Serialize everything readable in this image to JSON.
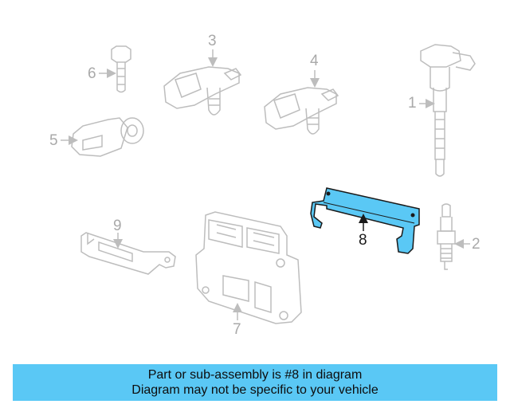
{
  "callouts": {
    "c1": "1",
    "c2": "2",
    "c3": "3",
    "c4": "4",
    "c5": "5",
    "c6": "6",
    "c7": "7",
    "c8": "8",
    "c9": "9"
  },
  "highlighted_part": "8",
  "colors": {
    "highlight": "#5ac8f5",
    "part_line": "#bdbdbd",
    "banner": "#5ac8f5"
  },
  "banner": {
    "line1": "Part or sub-assembly is #8 in diagram",
    "line2": "Diagram may not be specific to your vehicle"
  }
}
